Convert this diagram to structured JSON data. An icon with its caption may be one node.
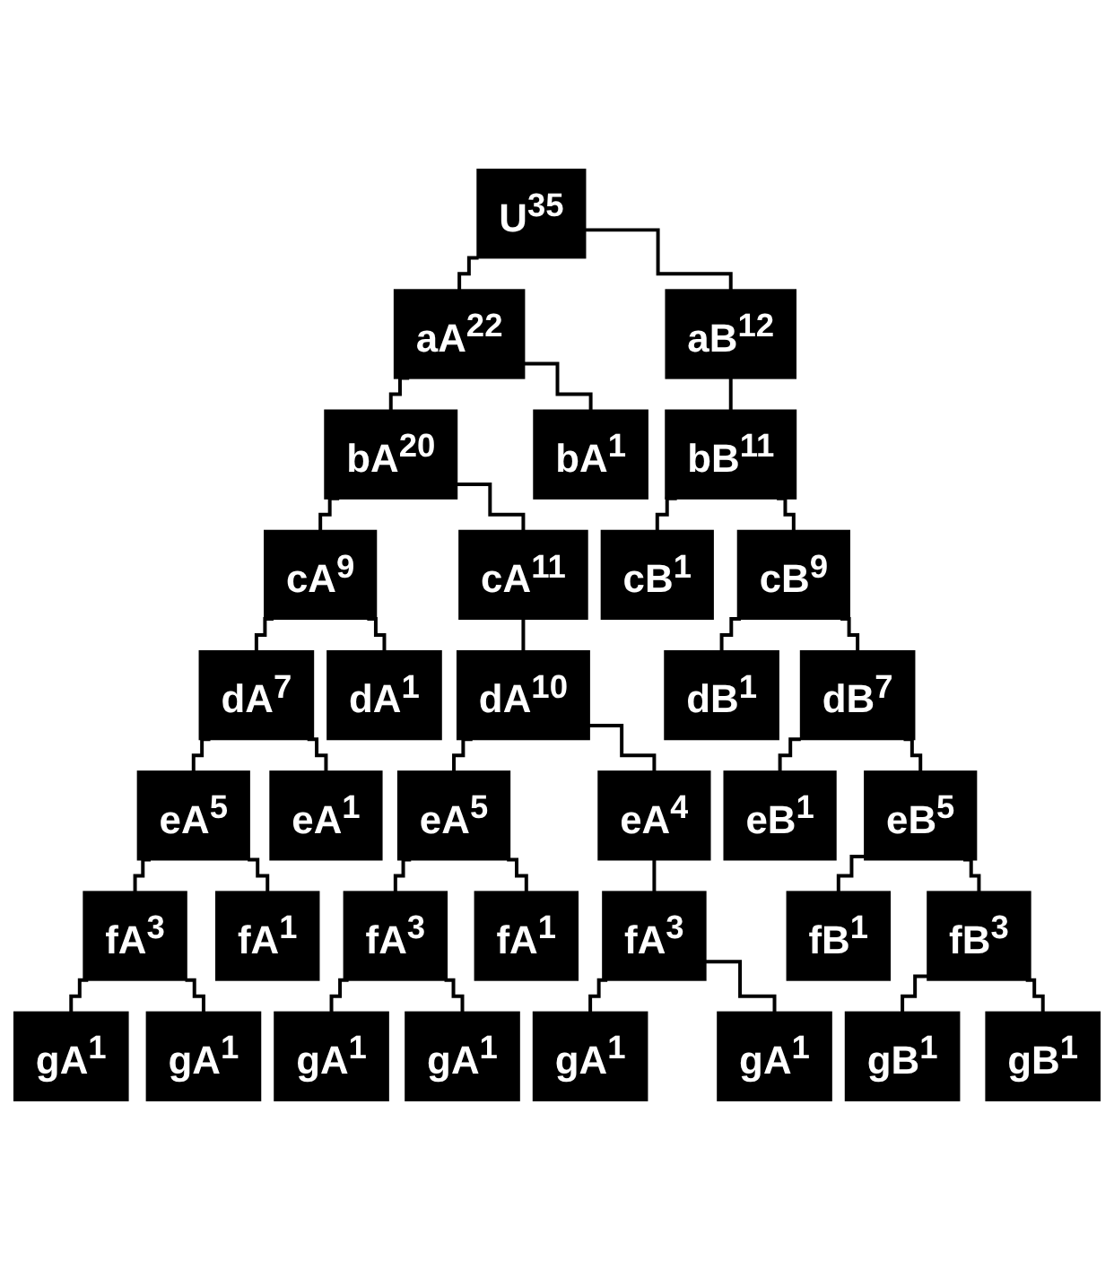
{
  "diagram": {
    "nodes": [
      {
        "text": [
          "U$^{35}$"
        ]
      },
      {
        "text": [
          "aA$^{22}$"
        ]
      },
      {
        "text": [
          "aB$^{12}$"
        ]
      },
      {
        "text": [
          "bA$^{20}$"
        ]
      },
      {
        "text": [
          "bA$^{1}$"
        ]
      },
      {
        "text": [
          "bB$^{11}$"
        ]
      },
      {
        "text": [
          "cA$^{9}$"
        ]
      },
      {
        "text": [
          "cA$^{11}$"
        ]
      },
      {
        "text": [
          "cB$^{1}$"
        ]
      },
      {
        "text": [
          "cB$^{9}$"
        ]
      },
      {
        "text": [
          "dA$^{7}$"
        ]
      },
      {
        "text": [
          "dA$^{1}$"
        ]
      },
      {
        "text": [
          "dA$^{10}$"
        ]
      },
      {
        "text": [
          "dB$^{1}$"
        ]
      },
      {
        "text": [
          "dB$^{7}$"
        ]
      },
      {
        "text": [
          "eA$^{5}$"
        ]
      },
      {
        "text": [
          "eA$^{1}$"
        ]
      },
      {
        "text": [
          "eA$^{5}$"
        ]
      },
      {
        "text": [
          "eA$^{4}$"
        ]
      },
      {
        "text": [
          "eB$^{1}$"
        ]
      },
      {
        "text": [
          "eB$^{5}$"
        ]
      },
      {
        "text": [
          "fA$^{3}$"
        ]
      },
      {
        "text": [
          "fA$^{1}$"
        ]
      },
      {
        "text": [
          "fA$^{3}$"
        ]
      },
      {
        "text": [
          "fA$^{1}$"
        ]
      },
      {
        "text": [
          "fA$^{3}$"
        ]
      },
      {
        "text": [
          "fB$^{1}$"
        ]
      },
      {
        "text": [
          "fB$^{3}$"
        ]
      },
      {
        "text": [
          "gA$^{1}$"
        ]
      },
      {
        "text": [
          "gA$^{1}$"
        ]
      },
      {
        "text": [
          "gA$^{1}$"
        ]
      },
      {
        "text": [
          "gA$^{1}$"
        ]
      },
      {
        "text": [
          "gA$^{1}$"
        ]
      },
      {
        "text": [
          "gA$^{1}$"
        ]
      },
      {
        "text": [
          "gB$^{1}$"
        ]
      },
      {
        "text": [
          "gB$^{1}$"
        ]
      }
    ],
    "edges": [
      {
        "from": 0,
        "to": 1,
        "arrow": "none"
      },
      {
        "from": 0,
        "to": 2,
        "arrow": "none"
      },
      {
        "from": 1,
        "to": 3,
        "arrow": "none"
      },
      {
        "from": 1,
        "to": 4,
        "arrow": "none"
      },
      {
        "from": 2,
        "to": 5,
        "arrow": "none"
      },
      {
        "from": 3,
        "to": 6,
        "arrow": "none"
      },
      {
        "from": 3,
        "to": 7,
        "arrow": "none"
      },
      {
        "from": 5,
        "to": 8,
        "arrow": "none"
      },
      {
        "from": 5,
        "to": 9,
        "arrow": "none"
      },
      {
        "from": 6,
        "to": 10,
        "arrow": "none"
      },
      {
        "from": 6,
        "to": 11,
        "arrow": "none"
      },
      {
        "from": 7,
        "to": 12,
        "arrow": "none"
      },
      {
        "from": 9,
        "to": 13,
        "arrow": "none"
      },
      {
        "from": 9,
        "to": 14,
        "arrow": "none"
      },
      {
        "from": 10,
        "to": 15,
        "arrow": "none"
      },
      {
        "from": 10,
        "to": 16,
        "arrow": "none"
      },
      {
        "from": 12,
        "to": 17,
        "arrow": "none"
      },
      {
        "from": 12,
        "to": 18,
        "arrow": "none"
      },
      {
        "from": 14,
        "to": 19,
        "arrow": "none"
      },
      {
        "from": 14,
        "to": 20,
        "arrow": "none"
      },
      {
        "from": 15,
        "to": 21,
        "arrow": "none"
      },
      {
        "from": 15,
        "to": 22,
        "arrow": "none"
      },
      {
        "from": 17,
        "to": 23,
        "arrow": "none"
      },
      {
        "from": 17,
        "to": 24,
        "arrow": "none"
      },
      {
        "from": 18,
        "to": 25,
        "arrow": "none"
      },
      {
        "from": 20,
        "to": 26,
        "arrow": "none"
      },
      {
        "from": 20,
        "to": 27,
        "arrow": "none"
      },
      {
        "from": 21,
        "to": 28,
        "arrow": "none"
      },
      {
        "from": 21,
        "to": 29,
        "arrow": "none"
      },
      {
        "from": 23,
        "to": 30,
        "arrow": "none"
      },
      {
        "from": 23,
        "to": 31,
        "arrow": "none"
      },
      {
        "from": 25,
        "to": 32,
        "arrow": "none"
      },
      {
        "from": 25,
        "to": 33,
        "arrow": "none"
      },
      {
        "from": 27,
        "to": 34,
        "arrow": "none"
      },
      {
        "from": 27,
        "to": 35,
        "arrow": "none"
      }
    ]
  }
}
